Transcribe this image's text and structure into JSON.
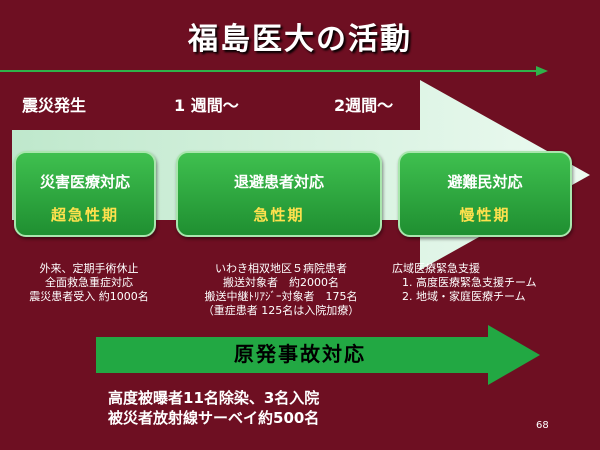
{
  "title": "福島医大の活動",
  "timeline": {
    "start": "震災発生",
    "week1": "1 週間〜",
    "week2": "2週間〜"
  },
  "phases": [
    {
      "heading": "災害医療対応",
      "period": "超急性期"
    },
    {
      "heading": "退避患者対応",
      "period": "急性期"
    },
    {
      "heading": "避難民対応",
      "period": "慢性期"
    }
  ],
  "notes": {
    "col1": [
      "外来、定期手術休止",
      "全面救急重症対応",
      "震災患者受入 約1000名"
    ],
    "col2": [
      "いわき相双地区５病院患者",
      "搬送対象者　約2000名",
      "搬送中継ﾄﾘｱｼﾞｰ対象者　175名",
      "（重症患者 125名は入院加療）"
    ],
    "col3_title": "広域医療緊急支援",
    "col3_items": [
      "高度医療緊急支援チーム",
      "地域・家庭医療チーム"
    ]
  },
  "nuclear": {
    "label": "原発事故対応"
  },
  "bottom": [
    "高度被曝者11名除染、3名入院",
    "被災者放射線サーベイ約500名"
  ],
  "page_number": "68",
  "colors": {
    "background": "#6e0f22",
    "box_green": "#2ea73f",
    "period_yellow": "#ffe14d",
    "arrow_light": "#d9f2e2",
    "arrow_green": "#22a843"
  }
}
